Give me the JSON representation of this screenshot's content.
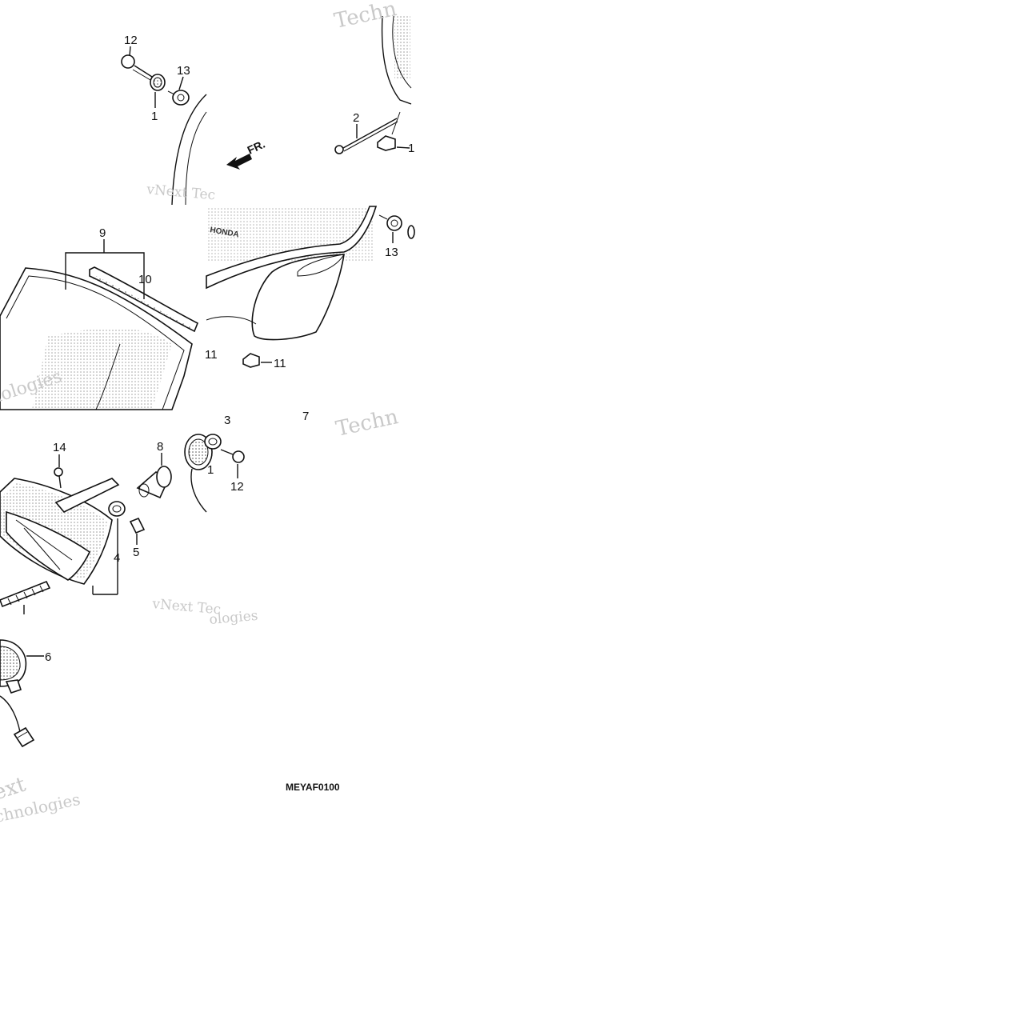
{
  "callouts": {
    "c12a": "12",
    "c13a": "13",
    "c1a": "1",
    "c2": "2",
    "c1b": "1",
    "c9": "9",
    "c10": "10",
    "c13b": "13",
    "c11a": "11",
    "c11b": "11",
    "c3": "3",
    "c7": "7",
    "c14": "14",
    "c8": "8",
    "c1c": "1",
    "c12b": "12",
    "c4": "4",
    "c5": "5",
    "c6": "6"
  },
  "direction_label": "FR.",
  "diagram_code": "MEYAF0100",
  "watermarks": {
    "w1": "Techn",
    "w2": "vNext Tec",
    "w3": "nologies",
    "w4": "Techn",
    "w5": "vNext Tec",
    "w6": "ologies",
    "w7": "ext",
    "w8": "chnologies"
  },
  "brand_text": "HONDA"
}
